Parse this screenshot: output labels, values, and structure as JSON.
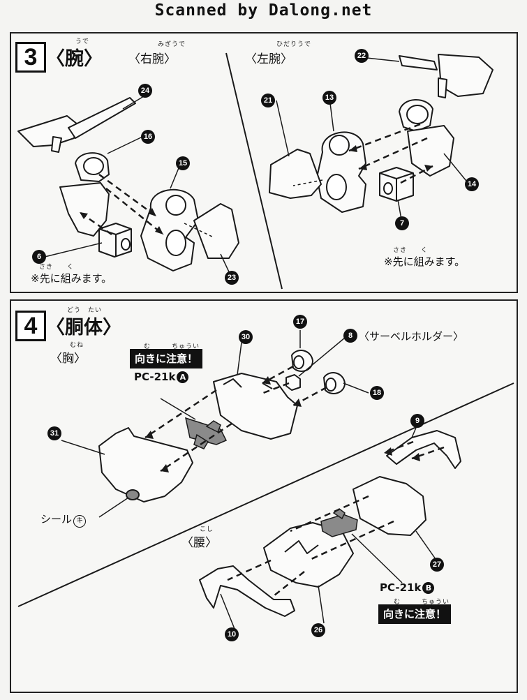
{
  "watermark": "Scanned by Dalong.net",
  "step3": {
    "number": "3",
    "title": "〈腕〉",
    "title_ruby": "うで",
    "right_arm": "〈右腕〉",
    "right_arm_ruby": "みぎうで",
    "left_arm": "〈左腕〉",
    "left_arm_ruby": "ひだりうで",
    "note_right": "※先に組みます。",
    "note_left": "※先に組みます。",
    "note_ruby": "さき　　く",
    "parts": [
      "24",
      "16",
      "15",
      "6",
      "23",
      "22",
      "21",
      "13",
      "14",
      "7"
    ]
  },
  "step4": {
    "number": "4",
    "title": "〈胴体〉",
    "title_ruby": "どう　たい",
    "chest": "〈胸〉",
    "chest_ruby": "むね",
    "waist": "〈腰〉",
    "waist_ruby": "こし",
    "caution": "向きに注意！",
    "caution_ruby": "む　　　ちゅうい",
    "pc_a": "PC-21k",
    "pc_a_letter": "A",
    "pc_b": "PC-21k",
    "pc_b_letter": "B",
    "saber_holder": "〈サーベルホルダー〉",
    "seal": "シール",
    "seal_letter": "キ",
    "parts": [
      "30",
      "17",
      "8",
      "18",
      "31",
      "9",
      "27",
      "26",
      "10"
    ]
  },
  "colors": {
    "ink": "#111111",
    "paper": "#f4f4f2",
    "part_gray": "#808080"
  }
}
